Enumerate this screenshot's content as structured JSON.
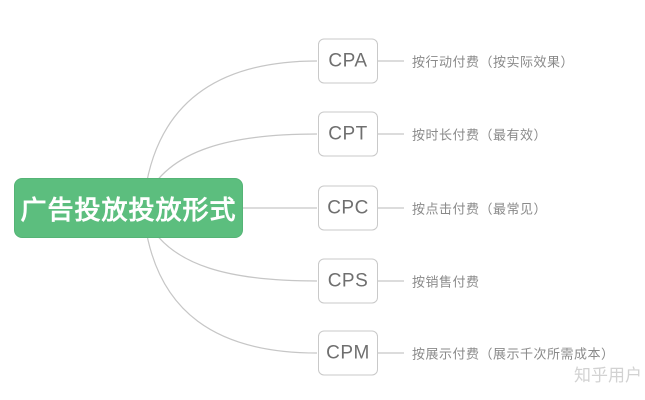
{
  "root": {
    "label": "广告投放投放形式"
  },
  "branches": [
    {
      "label": "CPA",
      "desc": "按行动付费（按实际效果）"
    },
    {
      "label": "CPT",
      "desc": "按时长付费（最有效）"
    },
    {
      "label": "CPC",
      "desc": "按点击付费（最常见）"
    },
    {
      "label": "CPS",
      "desc": "按销售付费"
    },
    {
      "label": "CPM",
      "desc": "按展示付费（展示千次所需成本）"
    }
  ],
  "watermark": "知乎用户",
  "colors": {
    "root_bg": "#5cbe7e",
    "root_text": "#ffffff",
    "connector": "#c6c6c6",
    "box_border": "#c9c9c9",
    "box_text": "#6f6f6f",
    "desc_text": "#8a8a8a",
    "watermark_text": "#d2d2d2"
  }
}
